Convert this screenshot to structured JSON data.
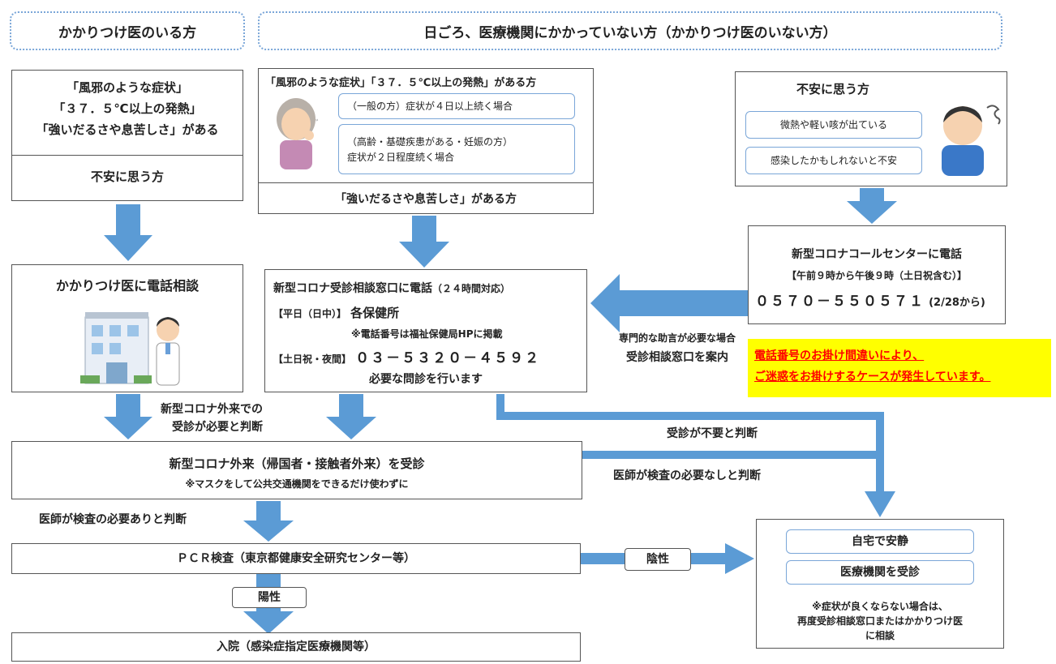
{
  "headers": {
    "left": "かかりつけ医のいる方",
    "right": "日ごろ、医療機関にかかっていない方（かかりつけ医のいない方）"
  },
  "col1": {
    "symptoms": [
      "「風邪のような症状」",
      "「３７．５℃以上の発熱」",
      "「強いだるさや息苦しさ」がある"
    ],
    "anxious": "不安に思う方",
    "consult_title": "かかりつけ医に電話相談"
  },
  "col2": {
    "top_line": "「風邪のような症状」「３７．５℃以上の発熱」がある方",
    "general": "（一般の方）症状が４日以上続く場合",
    "elderly_1": "（高齢・基礎疾患がある・妊娠の方）",
    "elderly_2": "症状が２日程度続く場合",
    "strong": "「強いだるさや息苦しさ」がある方",
    "center_title": "新型コロナ受診相談窓口に電話",
    "center_hours": "（２４時間対応）",
    "weekday_label": "【平日（日中）】",
    "weekday_value": "各保健所",
    "note": "※電話番号は福祉保健局HPに掲載",
    "weekend_label": "【土日祝・夜間】",
    "weekend_phone": "０３－５３２０－４５９２",
    "interview": "必要な問診を行います"
  },
  "col3": {
    "anxious_title": "不安に思う方",
    "item1": "微熱や軽い咳が出ている",
    "item2": "感染したかもしれないと不安",
    "call_title": "新型コロナコールセンターに電話",
    "call_hours": "【午前９時から午後９時（土日祝含む）】",
    "call_phone": "０５７０－５５０５７１",
    "call_since": "(2/28から)",
    "advice_1": "専門的な助言が必要な場合",
    "advice_2": "受診相談窓口を案内"
  },
  "warning": {
    "line1": "電話番号のお掛け間違いにより、",
    "line2": "ご迷惑をお掛けするケースが発生しています。"
  },
  "flow": {
    "need_1": "新型コロナ外来での",
    "need_2": "受診が必要と判断",
    "outpatient": "新型コロナ外来（帰国者・接触者外来）を受診",
    "mask_note": "※マスクをして公共交通機関をできるだけ使わずに",
    "not_needed": "受診が不要と判断",
    "doctor_no": "医師が検査の必要なしと判断",
    "doctor_yes": "医師が検査の必要ありと判断",
    "pcr": "ＰＣＲ検査（東京都健康安全研究センター等）",
    "negative": "陰性",
    "positive": "陽性",
    "hospital": "入院（感染症指定医療機関等）"
  },
  "result": {
    "home": "自宅で安静",
    "visit": "医療機関を受診",
    "note_1": "※症状が良くならない場合は、",
    "note_2": "再度受診相談窓口またはかかりつけ医",
    "note_3": "に相談"
  },
  "colors": {
    "arrow": "#5b9bd5",
    "warn_bg": "#ffff00",
    "warn_text": "#ff0000"
  }
}
